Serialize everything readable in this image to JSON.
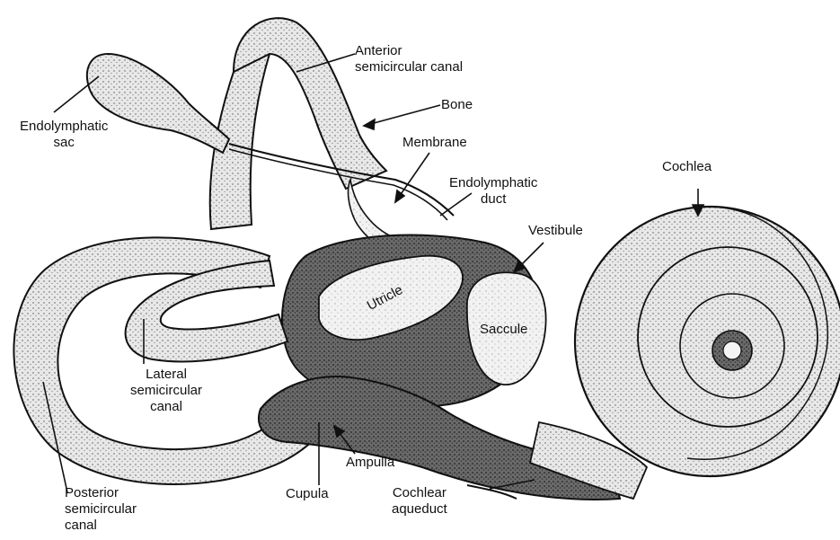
{
  "figure": {
    "labels": {
      "anterior_canal": "Anterior\nsemicircular canal",
      "bone": "Bone",
      "endolymphatic_sac": "Endolymphatic\nsac",
      "membrane": "Membrane",
      "endolymphatic_duct": "Endolymphatic\nduct",
      "cochlea": "Cochlea",
      "vestibule": "Vestibule",
      "utricle": "Utricle",
      "saccule": "Saccule",
      "lateral_canal": "Lateral\nsemicircular\ncanal",
      "ampulla": "Ampulla",
      "cupula": "Cupula",
      "cochlear_aqueduct": "Cochlear\naqueduct",
      "posterior_canal": "Posterior\nsemicircular\ncanal"
    }
  }
}
